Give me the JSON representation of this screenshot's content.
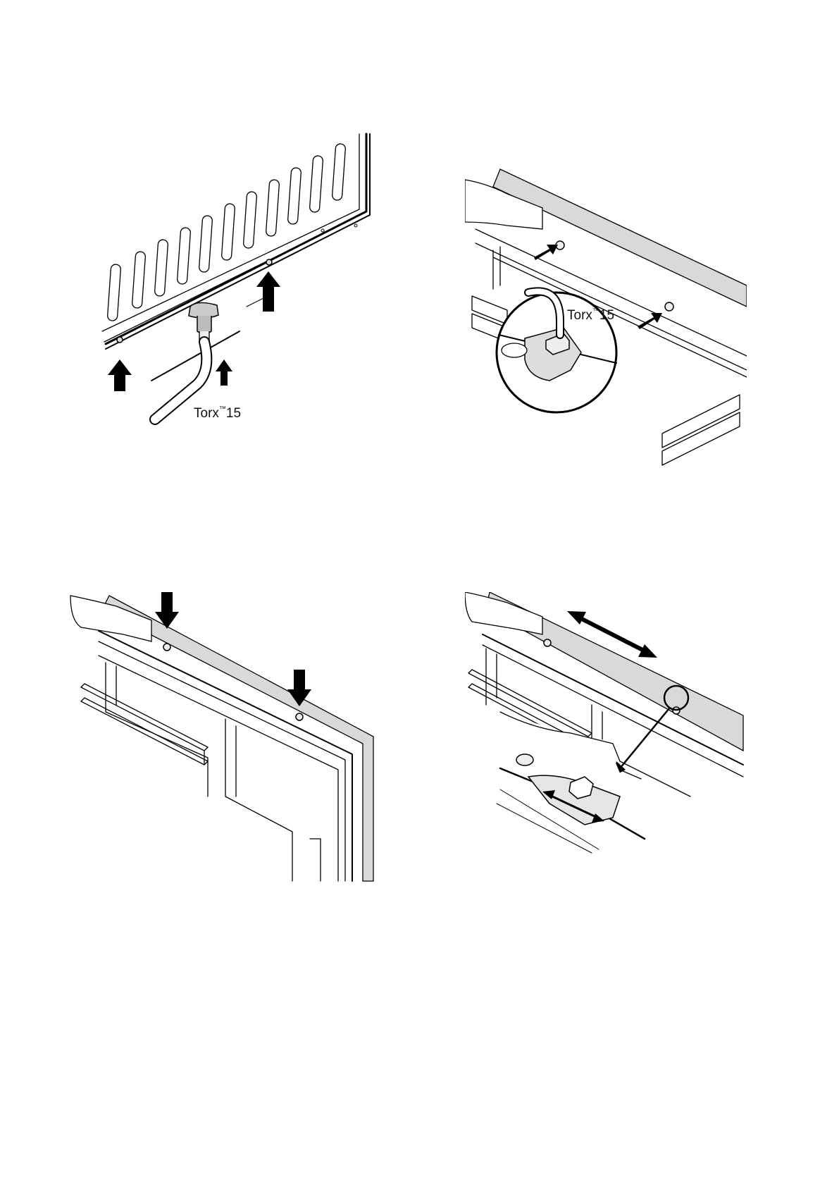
{
  "illustrations": {
    "fig1": {
      "tool_label": "Torx",
      "tool_mark": "™",
      "tool_size": "15"
    },
    "fig2": {
      "tool_label": "Torx",
      "tool_mark": "™",
      "tool_size": "15"
    },
    "fig3": {},
    "fig4": {}
  },
  "colors": {
    "ink": "#000000",
    "panel_grey": "#d9d9d9",
    "metal_grey": "#e6e6e6",
    "background": "#ffffff"
  },
  "icon_names": [
    "up-arrow-icon",
    "down-arrow-icon",
    "double-arrow-icon",
    "torx-screwdriver-icon",
    "screw-icon",
    "zoom-circle-icon",
    "hand-icon"
  ]
}
